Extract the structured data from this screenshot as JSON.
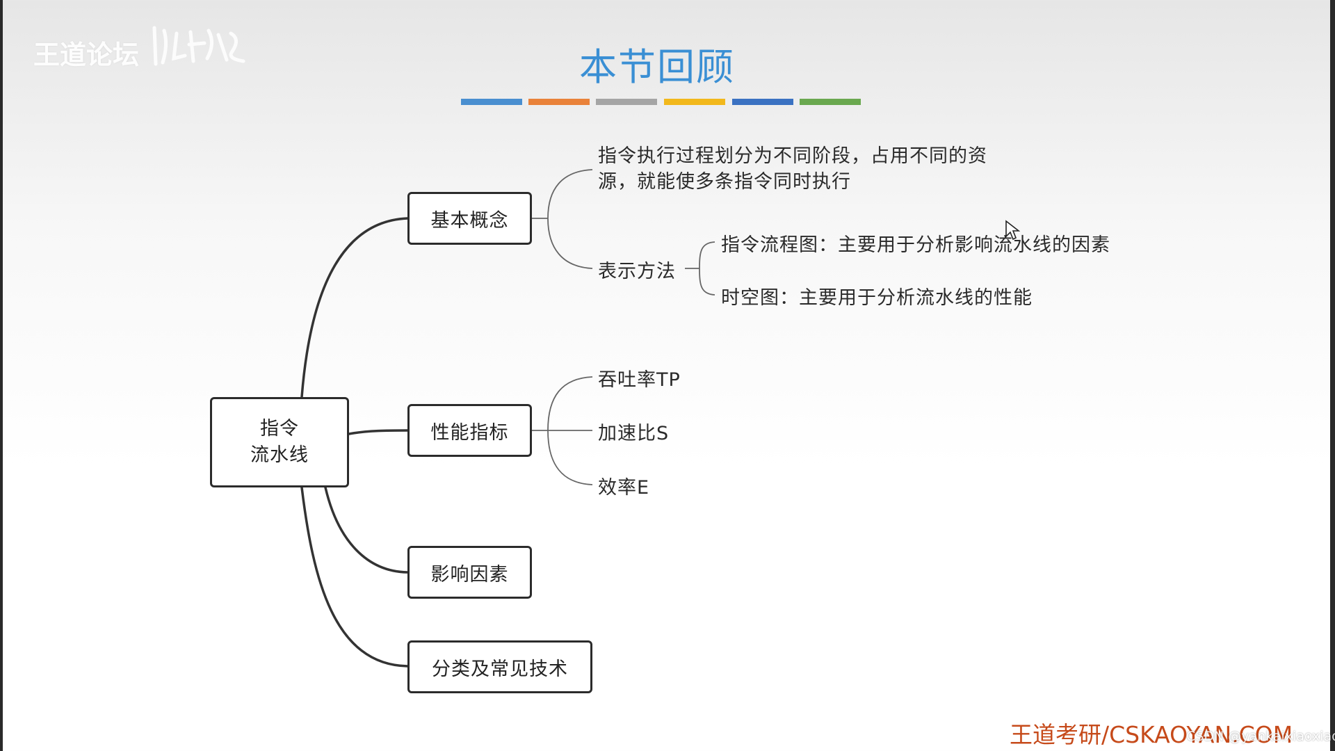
{
  "watermark": {
    "text": "王道论坛"
  },
  "title": "本节回顾",
  "color_bar": [
    "#4a8fd0",
    "#e9823a",
    "#a5a5a5",
    "#f2b81c",
    "#3b72c2",
    "#6aa84f"
  ],
  "mindmap": {
    "root": {
      "line1": "指令",
      "line2": "流水线"
    },
    "branches": [
      {
        "label": "基本概念",
        "children": [
          {
            "label": "指令执行过程划分为不同阶段，占用不同的资源，就能使多条指令同时执行"
          },
          {
            "label": "表示方法",
            "children": [
              {
                "label": "指令流程图：主要用于分析影响流水线的因素"
              },
              {
                "label": "时空图：主要用于分析流水线的性能"
              }
            ]
          }
        ]
      },
      {
        "label": "性能指标",
        "children": [
          {
            "label": "吞吐率TP"
          },
          {
            "label": "加速比S"
          },
          {
            "label": "效率E"
          }
        ]
      },
      {
        "label": "影响因素"
      },
      {
        "label": "分类及常见技术"
      }
    ]
  },
  "footer": {
    "site": "王道考研/CSKAOYAN.COM",
    "credit": "CSDN @yankaixiaoxiao"
  }
}
